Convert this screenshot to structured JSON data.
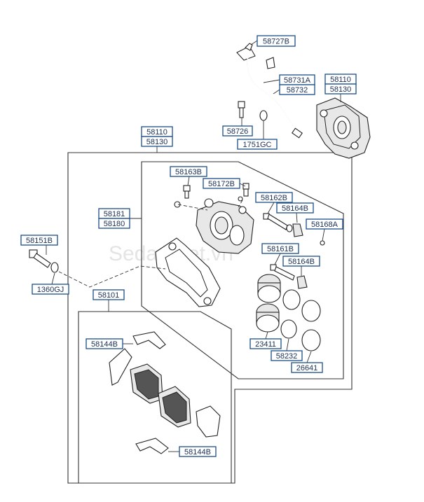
{
  "labels": {
    "l_58727B": "58727B",
    "l_58731A": "58731A",
    "l_58732": "58732",
    "l_58110_top": "58110",
    "l_58130_top": "58130",
    "l_58726": "58726",
    "l_1751GC": "1751GC",
    "l_58110_mid": "58110",
    "l_58130_mid": "58130",
    "l_58163B": "58163B",
    "l_58172B": "58172B",
    "l_58162B": "58162B",
    "l_58164B_a": "58164B",
    "l_58181": "58181",
    "l_58180": "58180",
    "l_58168A": "58168A",
    "l_58161B": "58161B",
    "l_58164B_b": "58164B",
    "l_58151B": "58151B",
    "l_1360GJ": "1360GJ",
    "l_58101": "58101",
    "l_58144B_a": "58144B",
    "l_23411": "23411",
    "l_58232": "58232",
    "l_26641": "26641",
    "l_58144B_b": "58144B"
  },
  "watermark": "SedanViet.vn"
}
